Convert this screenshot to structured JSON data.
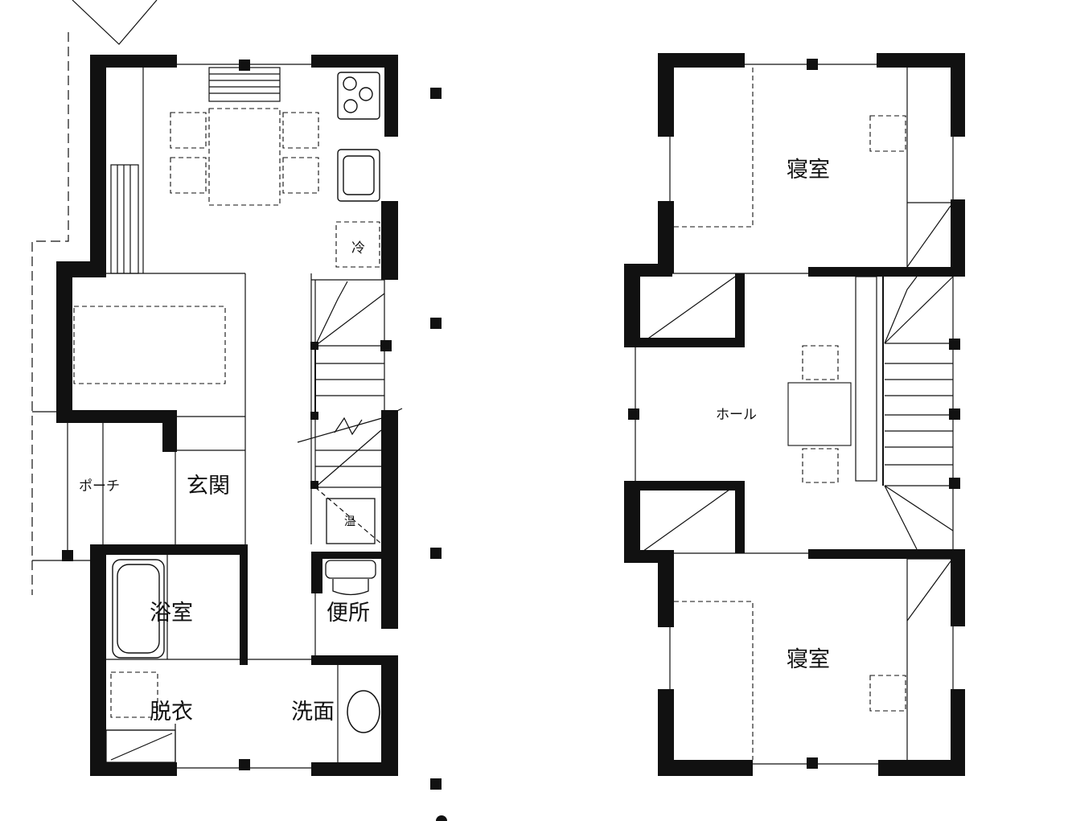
{
  "floor1": {
    "rooms": {
      "porch": "ポーチ",
      "entrance": "玄関",
      "bath": "浴室",
      "toilet": "便所",
      "dressing": "脱衣",
      "washroom": "洗面"
    },
    "fixtures": {
      "fridge": "冷",
      "water_heater": "温"
    }
  },
  "floor2": {
    "rooms": {
      "bedroom_north": "寝室",
      "hall": "ホール",
      "bedroom_south": "寝室"
    }
  }
}
